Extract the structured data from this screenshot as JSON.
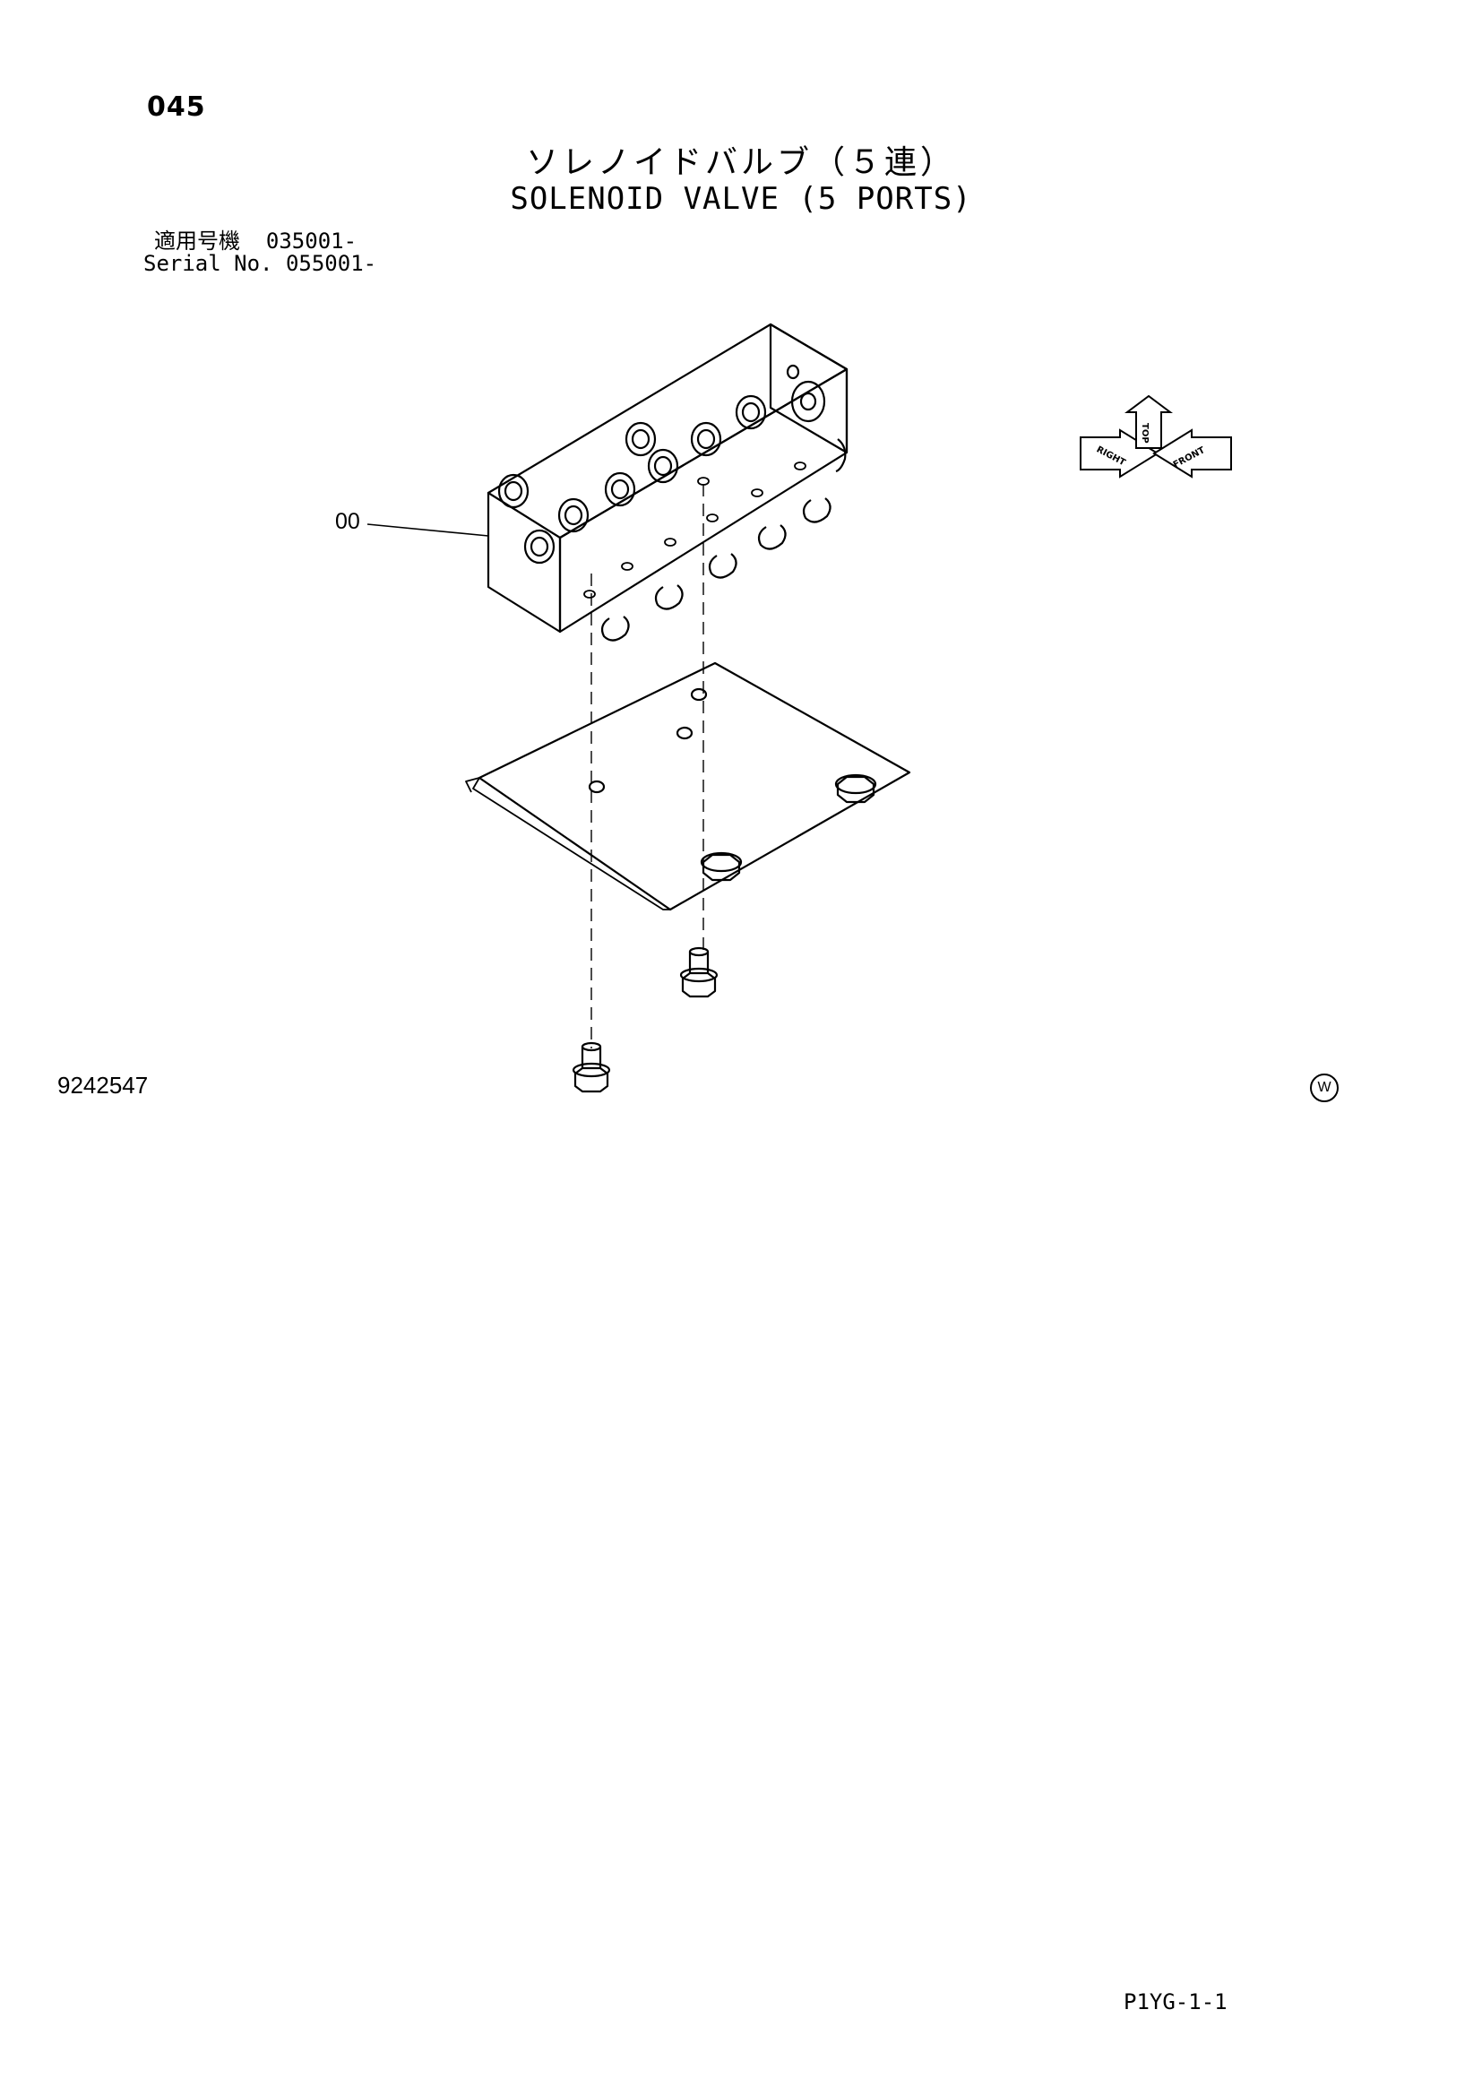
{
  "page": {
    "number": "045",
    "title_jp": "ソレノイドバルブ（５連）",
    "title_en": "SOLENOID VALVE (5 PORTS)",
    "serial_jp": "適用号機  035001-",
    "serial_en": "Serial No. 055001-",
    "drawing_number": "9242547",
    "sheet_code": "P1YG-1-1",
    "watermark": "W"
  },
  "callouts": [
    {
      "label": "00",
      "target": "solenoid-valve-assembly"
    }
  ],
  "orientation": {
    "top": "TOP",
    "right": "RIGHT",
    "front": "FRONT"
  },
  "colors": {
    "ink": "#000000",
    "paper": "#ffffff"
  }
}
